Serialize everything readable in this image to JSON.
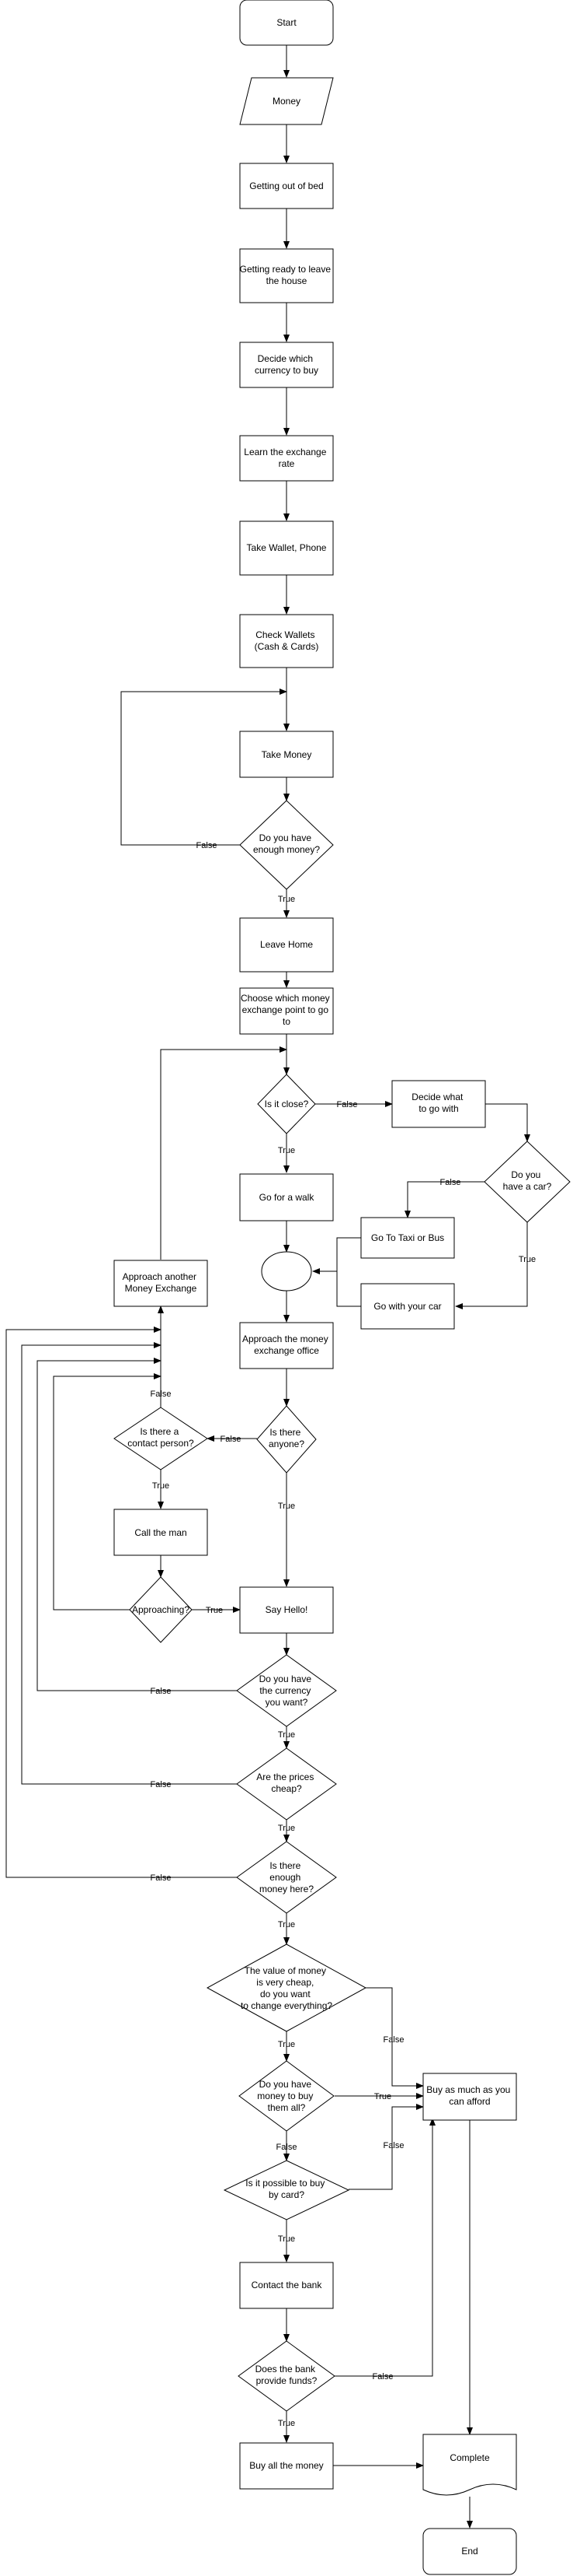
{
  "nodes": {
    "start": "Start",
    "money": "Money",
    "getting_out_of_bed": "Getting out of bed",
    "getting_ready": [
      "Getting ready to leave",
      "the house"
    ],
    "decide_currency": [
      "Decide which",
      "currency to buy"
    ],
    "learn_rate": [
      "Learn the exchange",
      "rate"
    ],
    "take_wallet": "Take Wallet, Phone",
    "check_wallets": [
      "Check Wallets",
      "(Cash & Cards)"
    ],
    "take_money": "Take Money",
    "enough_money": [
      "Do you have",
      "enough money?"
    ],
    "leave_home": "Leave Home",
    "choose_point": [
      "Choose which money",
      "exchange point to go",
      "to"
    ],
    "is_close": "Is it close?",
    "decide_how": [
      "Decide what",
      "to go with"
    ],
    "have_car": [
      "Do you",
      "have a car?"
    ],
    "go_walk": "Go for a walk",
    "taxi_bus": "Go To Taxi or Bus",
    "go_car": "Go with your car",
    "approach_another": [
      "Approach another",
      "Money Exchange"
    ],
    "approach_office": [
      "Approach the money",
      "exchange office"
    ],
    "contact_person": [
      "Is there a",
      "contact person?"
    ],
    "is_anyone": [
      "Is there",
      "anyone?"
    ],
    "call_man": "Call the man",
    "approaching": "Approaching?",
    "say_hello": "Say Hello!",
    "have_currency": [
      "Do you have",
      "the currency",
      "you want?"
    ],
    "prices_cheap": [
      "Are the prices",
      "cheap?"
    ],
    "enough_here": [
      "Is there",
      "enough",
      "money here?"
    ],
    "value_cheap": [
      "The value of money",
      "is very cheap,",
      "do you want",
      "to change everything?"
    ],
    "money_buy_all": [
      "Do you have",
      "money to buy",
      "them all?"
    ],
    "buy_afford": [
      "Buy as much as you",
      "can afford"
    ],
    "pay_card": [
      "Is it possible to buy",
      "by card?"
    ],
    "contact_bank": "Contact the bank",
    "bank_funds": [
      "Does the bank",
      "provide funds?"
    ],
    "buy_all": "Buy all the money",
    "complete": "Complete",
    "end": "End"
  },
  "edge_labels": {
    "true": "True",
    "false": "False"
  }
}
